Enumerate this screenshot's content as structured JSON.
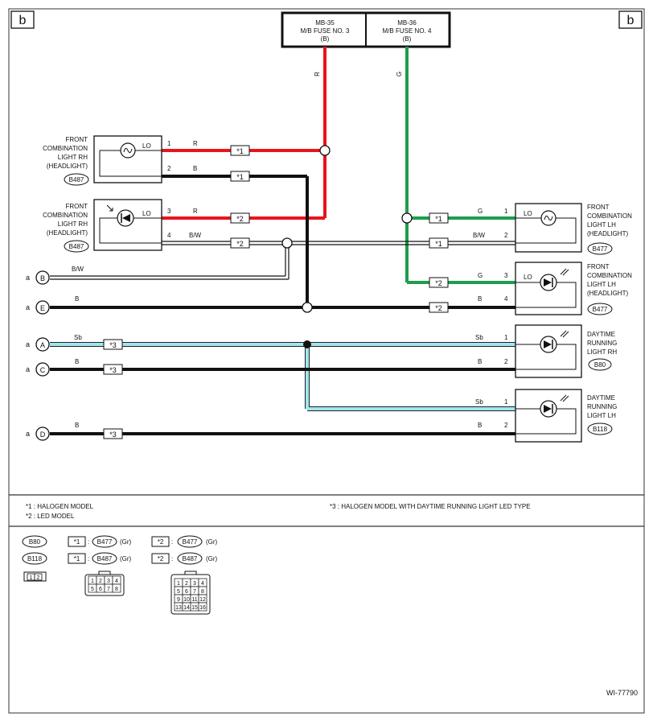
{
  "page_markers": {
    "corner_left": "b",
    "corner_right": "b"
  },
  "fuses": [
    {
      "line1": "MB-35",
      "line2": "M/B FUSE NO. 3",
      "line3": "(B)"
    },
    {
      "line1": "MB-36",
      "line2": "M/B FUSE NO. 4",
      "line3": "(B)"
    }
  ],
  "colors": {
    "red": "#e8141b",
    "green": "#1e9d4c",
    "black": "#111111",
    "sky_blue": "#9fe6ee",
    "frame": "#333333"
  },
  "components": {
    "rh_halogen": {
      "l1": "FRONT",
      "l2": "COMBINATION",
      "l3": "LIGHT RH",
      "l4": "(HEADLIGHT)",
      "connector": "B487",
      "mode": "LO",
      "icon": "bulb-icon"
    },
    "rh_led": {
      "l1": "FRONT",
      "l2": "COMBINATION",
      "l3": "LIGHT RH",
      "l4": "(HEADLIGHT)",
      "connector": "B487",
      "mode": "LO",
      "icon": "led-icon"
    },
    "lh_halogen": {
      "l1": "FRONT",
      "l2": "COMBINATION",
      "l3": "LIGHT LH",
      "l4": "(HEADLIGHT)",
      "connector": "B477",
      "mode": "LO",
      "icon": "bulb-icon"
    },
    "lh_led": {
      "l1": "FRONT",
      "l2": "COMBINATION",
      "l3": "LIGHT LH",
      "l4": "(HEADLIGHT)",
      "connector": "B477",
      "mode": "LO",
      "icon": "led-icon"
    },
    "drl_rh": {
      "l1": "DAYTIME",
      "l2": "RUNNING",
      "l3": "LIGHT RH",
      "connector": "B80",
      "icon": "led-icon"
    },
    "drl_lh": {
      "l1": "DAYTIME",
      "l2": "RUNNING",
      "l3": "LIGHT LH",
      "connector": "B118",
      "icon": "led-icon"
    }
  },
  "wire_labels": {
    "fuse3_color": "R",
    "fuse4_color": "G",
    "rh1_pin": "1",
    "rh1_color": "R",
    "rh2_pin": "2",
    "rh2_color": "B",
    "rhl3_pin": "3",
    "rhl3_color": "R",
    "rhl4_pin": "4",
    "rhl4_color": "B/W",
    "lh1_pin": "1",
    "lh1_color": "G",
    "lh2_pin": "2",
    "lh2_color": "B/W",
    "lhl3_pin": "3",
    "lhl3_color": "G",
    "lhl4_pin": "4",
    "lhl4_color": "B",
    "drlrh1_pin": "1",
    "drlrh1_color": "Sb",
    "drlrh2_pin": "2",
    "drlrh2_color": "B",
    "drllh1_pin": "1",
    "drllh1_color": "Sb",
    "drllh2_pin": "2",
    "drllh2_color": "B",
    "aB_color": "B/W",
    "aE_color": "B",
    "aA_color": "Sb",
    "aC_color": "B",
    "aD_color": "B"
  },
  "connectors_left": [
    {
      "prefix": "a",
      "letter": "B"
    },
    {
      "prefix": "a",
      "letter": "E"
    },
    {
      "prefix": "a",
      "letter": "A"
    },
    {
      "prefix": "a",
      "letter": "C"
    },
    {
      "prefix": "a",
      "letter": "D"
    }
  ],
  "option_tags": {
    "t1": "*1",
    "t2": "*2",
    "t3": "*3"
  },
  "legend": {
    "note1": "*1  : HALOGEN MODEL",
    "note2": "*2  : LED MODEL",
    "note3": "*3  : HALOGEN MODEL WITH DAYTIME RUNNING LIGHT LED TYPE"
  },
  "connector_ref": {
    "r1_left": "B80",
    "r2_left": "B118",
    "rows": [
      {
        "tag": "*1",
        "sep": ":",
        "conn": "B477",
        "color": "(Gr)"
      },
      {
        "tag": "*2",
        "sep": ":",
        "conn": "B477",
        "color": "(Gr)"
      },
      {
        "tag": "*1",
        "sep": ":",
        "conn": "B487",
        "color": "(Gr)"
      },
      {
        "tag": "*2",
        "sep": ":",
        "conn": "B487",
        "color": "(Gr)"
      }
    ],
    "pins_2": [
      "1",
      "2"
    ],
    "pins_8": [
      "1",
      "2",
      "3",
      "4",
      "5",
      "6",
      "7",
      "8"
    ],
    "pins_16": [
      "1",
      "2",
      "3",
      "4",
      "5",
      "6",
      "7",
      "8",
      "9",
      "10",
      "11",
      "12",
      "13",
      "14",
      "15",
      "16"
    ]
  },
  "diagram_id": "WI-77790"
}
